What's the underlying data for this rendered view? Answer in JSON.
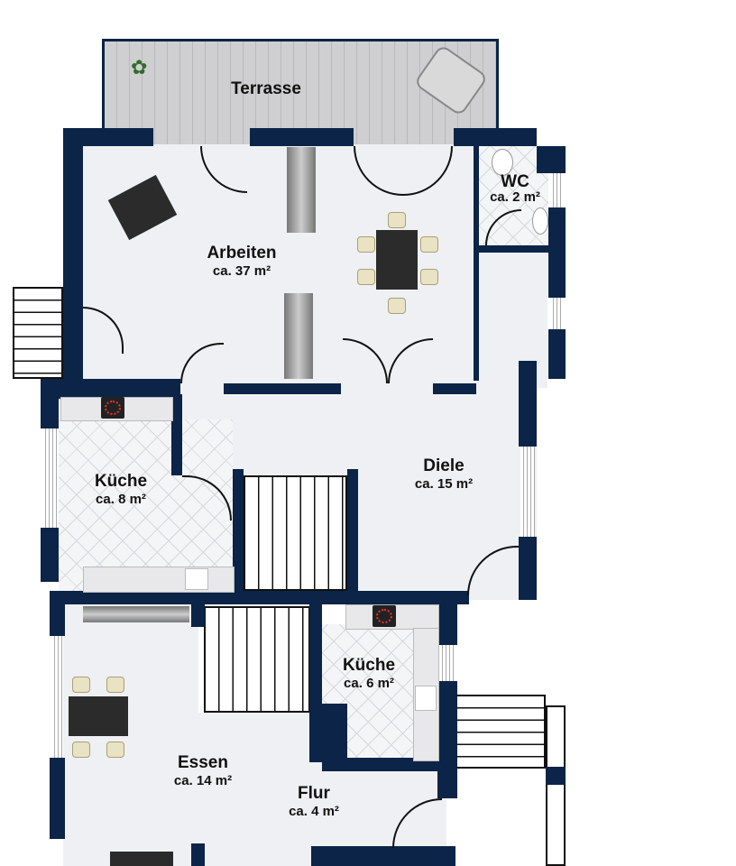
{
  "colors": {
    "wall": "#0b2447",
    "floor": "#eef0f3"
  },
  "rooms": [
    {
      "name": "Terrasse",
      "area": ""
    },
    {
      "name": "Arbeiten",
      "area": "ca. 37 m²"
    },
    {
      "name": "WC",
      "area": "ca. 2 m²"
    },
    {
      "name": "Diele",
      "area": "ca. 15 m²"
    },
    {
      "name": "Küche",
      "area": "ca. 8 m²"
    },
    {
      "name": "Küche",
      "area": "ca. 6 m²"
    },
    {
      "name": "Essen",
      "area": "ca. 14 m²"
    },
    {
      "name": "Flur",
      "area": "ca. 4 m²"
    }
  ]
}
